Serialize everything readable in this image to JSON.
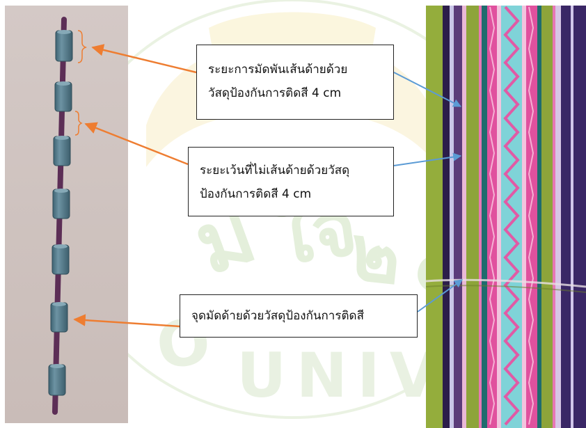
{
  "callouts": [
    {
      "id": "tie-distance",
      "lines": [
        "ระยะการมัดพันเส้นด้ายด้วย",
        "วัสดุป้องกันการติดสี 4 cm"
      ]
    },
    {
      "id": "gap-distance",
      "lines": [
        "ระยะเว้นที่ไม่เส้นด้ายด้วยวัสดุ",
        "ป้องกันการติดสี 4 cm"
      ]
    },
    {
      "id": "tie-point",
      "lines": [
        "จุดมัดด้ายด้วยวัสดุป้องกันการติดสี"
      ]
    }
  ],
  "colors": {
    "left_panel": "#cfc3bf",
    "rod": "#5c2e56",
    "bead": "#587f8f",
    "orange_arrow": "#ee7d31",
    "blue_line": "#5b9bd5",
    "watermark": "#c8dcb6"
  },
  "watermark": {
    "letters": "UNIV"
  }
}
